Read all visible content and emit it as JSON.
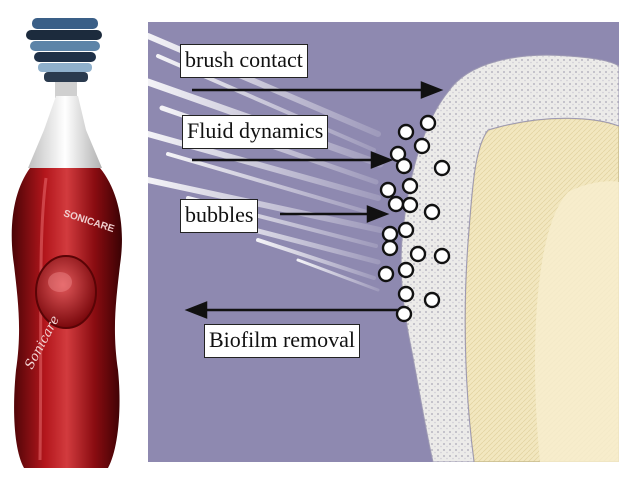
{
  "labels": {
    "brush_contact": "brush contact",
    "fluid_dynamics": "Fluid dynamics",
    "bubbles": "bubbles",
    "biofilm_removal": "Biofilm removal"
  },
  "brand": {
    "handle_text": "SONICARE",
    "script_text": "Sonicare"
  },
  "colors": {
    "background_purple": "#8e89b0",
    "handle_red": "#9a0f14",
    "plaque_white": "#ecebe9",
    "tooth_cream": "#f2e7bf"
  }
}
